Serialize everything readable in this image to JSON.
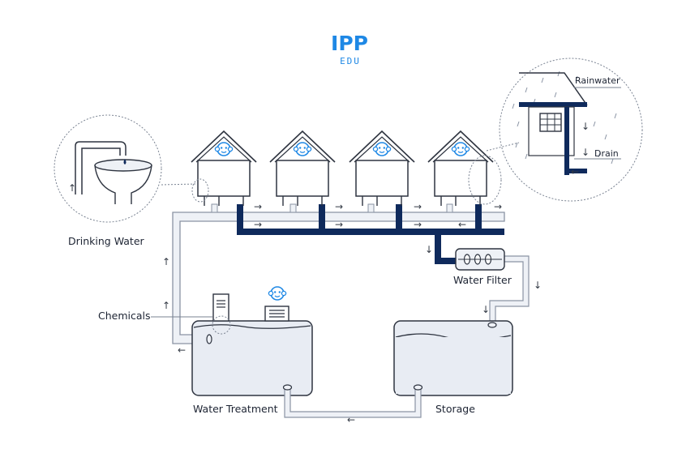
{
  "logo": {
    "brand": "IPP",
    "sub": "EDU"
  },
  "labels": {
    "drinking_water": "Drinking Water",
    "chemicals": "Chemicals",
    "water_treatment": "Water Treatment",
    "storage": "Storage",
    "water_filter": "Water Filter",
    "rainwater": "Rainwater",
    "drain": "Drain"
  },
  "arrows": {
    "right": "→",
    "left": "←",
    "up": "↑",
    "down": "↓"
  },
  "colors": {
    "pipe_dark": "#0f2a5c",
    "pipe_light": "#eef1f6",
    "pipe_outline": "#8a93a3",
    "tank_fill": "#e8ecf3",
    "accent": "#1e88e5"
  }
}
